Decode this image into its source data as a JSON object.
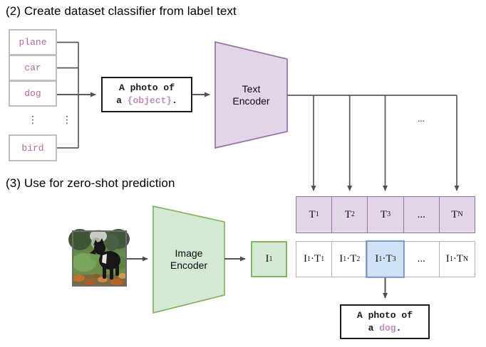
{
  "palette": {
    "purple_fill": "#e1d5e7",
    "purple_border": "#9673a6",
    "green_fill": "#d5e8d4",
    "green_border": "#82b366",
    "blue_fill": "#cfe2f5",
    "blue_border": "#6e93c4",
    "gray_box_border": "#bfbfbf",
    "connector_gray": "#595959",
    "class_label_purple": "#b4679e",
    "template_slot_purple": "#c08ac0"
  },
  "section2": {
    "title": "(2) Create dataset classifier from label text",
    "class_labels": [
      "plane",
      "car",
      "dog",
      "bird"
    ],
    "vertical_ellipsis": "⋮",
    "prompt_box": {
      "line1": "A photo of",
      "line2_prefix": "a ",
      "line2_object": "{object}",
      "line2_suffix": "."
    },
    "text_encoder": {
      "line1": "Text",
      "line2": "Encoder"
    },
    "branch_ellipsis": "...",
    "t_cells": [
      {
        "p1": "T",
        "s1": "1"
      },
      {
        "p1": "T",
        "s1": "2"
      },
      {
        "p1": "T",
        "s1": "3"
      },
      {
        "p1": "...",
        "s1": ""
      },
      {
        "p1": "T",
        "s1": "N"
      }
    ]
  },
  "section3": {
    "title": "(3) Use for zero-shot prediction",
    "image_encoder": {
      "line1": "Image",
      "line2": "Encoder"
    },
    "i_box": {
      "p1": "I",
      "s1": "1"
    },
    "it_cells": [
      {
        "p1": "I",
        "s1": "1",
        "p2": "·T",
        "s2": "1",
        "highlight": false
      },
      {
        "p1": "I",
        "s1": "1",
        "p2": "·T",
        "s2": "2",
        "highlight": false
      },
      {
        "p1": "I",
        "s1": "1",
        "p2": "·T",
        "s2": "3",
        "highlight": true
      },
      {
        "p1": "...",
        "s1": "",
        "p2": "",
        "s2": "",
        "highlight": false
      },
      {
        "p1": "I",
        "s1": "1",
        "p2": "·T",
        "s2": "N",
        "highlight": false
      }
    ],
    "row_ellipsis": "...",
    "output_box": {
      "line1": "A photo of",
      "line2_prefix": "a ",
      "line2_object": "dog",
      "line2_suffix": "."
    }
  }
}
